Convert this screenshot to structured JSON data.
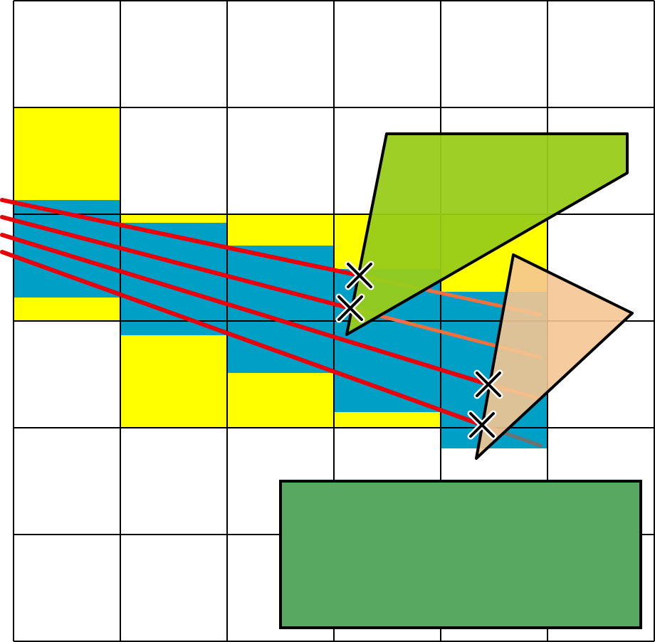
{
  "colors": {
    "background": "#ffffff",
    "grid_line": "#000000",
    "cell_highlight": "#ffff00",
    "beam": "#009fc6",
    "ray": "#e8000b",
    "ray_continuation": "#f07040",
    "ray_occluded": "#707070",
    "polygon_a": "#98cc1a",
    "triangle_b": "#f5c592",
    "rectangle_c": "#58a862",
    "intersection_marker": "#000000",
    "intersection_halo": "#ffffff"
  },
  "grid": {
    "columns": 6,
    "rows": 6
  },
  "highlighted_cells": 9,
  "ray_count": 4,
  "intersection_count": 4,
  "icons": {
    "intersection": "cross-mark-icon",
    "ray_head": "arrowhead-icon"
  }
}
